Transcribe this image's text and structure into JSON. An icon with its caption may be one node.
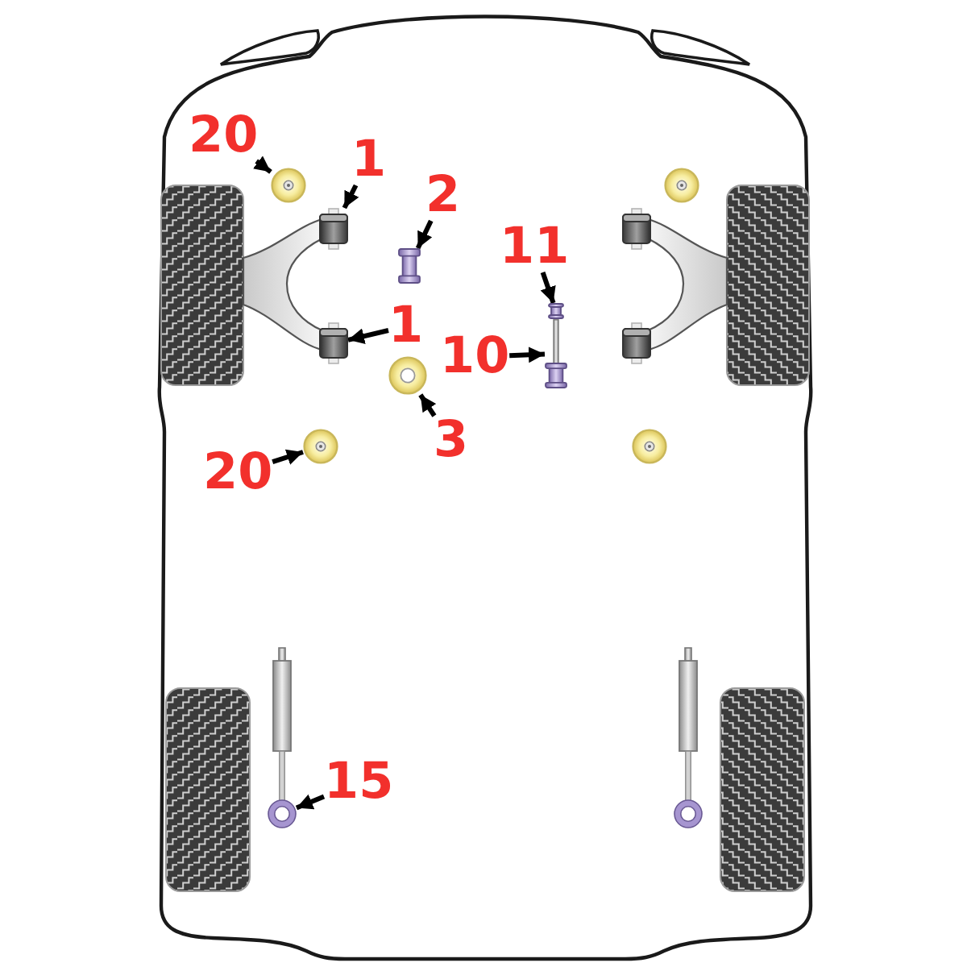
{
  "diagram": {
    "nodes": [
      {
        "text": [
          "20"
        ]
      },
      {
        "text": [],
        "shape": "picture"
      },
      {
        "text": [
          "1"
        ]
      },
      {
        "text": [],
        "shape": "picture"
      },
      {
        "text": [
          "2"
        ]
      },
      {
        "text": [],
        "shape": "picture"
      },
      {
        "text": [
          "11"
        ]
      },
      {
        "text": [],
        "shape": "picture"
      },
      {
        "text": [
          "1"
        ]
      },
      {
        "text": [],
        "shape": "picture"
      },
      {
        "text": [
          "10"
        ]
      },
      {
        "text": [],
        "shape": "picture"
      },
      {
        "text": [
          "3"
        ]
      },
      {
        "text": [],
        "shape": "picture"
      },
      {
        "text": [
          "20"
        ]
      },
      {
        "text": [],
        "shape": "picture"
      },
      {
        "text": [
          "15"
        ]
      },
      {
        "text": [],
        "shape": "picture"
      }
    ],
    "edges": [
      {
        "from": 0,
        "to": 1,
        "arrow": "to"
      },
      {
        "from": 2,
        "to": 3,
        "arrow": "to"
      },
      {
        "from": 4,
        "to": 5,
        "arrow": "to"
      },
      {
        "from": 6,
        "to": 7,
        "arrow": "to"
      },
      {
        "from": 8,
        "to": 9,
        "arrow": "to"
      },
      {
        "from": 10,
        "to": 11,
        "arrow": "to"
      },
      {
        "from": 12,
        "to": 13,
        "arrow": "to"
      },
      {
        "from": 14,
        "to": 15,
        "arrow": "to"
      },
      {
        "from": 16,
        "to": 17,
        "arrow": "to"
      }
    ]
  }
}
